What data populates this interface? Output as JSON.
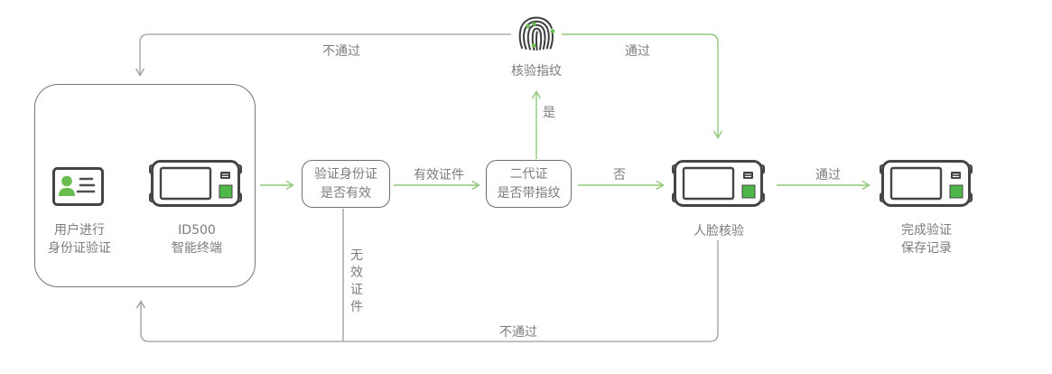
{
  "diagram": {
    "nodes": {
      "user_card": {
        "label_line1": "用户进行",
        "label_line2": "身份证验证"
      },
      "terminal": {
        "label_line1": "ID500",
        "label_line2": "智能终端"
      },
      "verify_id": {
        "line1": "验证身份证",
        "line2": "是否有效"
      },
      "second_gen_id": {
        "line1": "二代证",
        "line2": "是否带指纹"
      },
      "fingerprint_check": {
        "label": "核验指纹"
      },
      "face_check": {
        "label": "人脸核验"
      },
      "finish": {
        "label_line1": "完成验证",
        "label_line2": "保存记录"
      }
    },
    "edges": {
      "fail_top": "不通过",
      "pass_top": "通过",
      "valid_doc": "有效证件",
      "no": "否",
      "pass_mid": "通过",
      "yes": "是",
      "invalid_doc": "无效证件",
      "fail_bottom": "不通过"
    },
    "colors": {
      "arrow_green": "#92c97a",
      "connector_gray": "#9c9c9c",
      "device_green": "#4fb648",
      "person_green": "#68bd4e",
      "icon_dark": "#454545",
      "text_gray": "#7c7c7c",
      "border_gray": "#6e6e6e"
    }
  }
}
